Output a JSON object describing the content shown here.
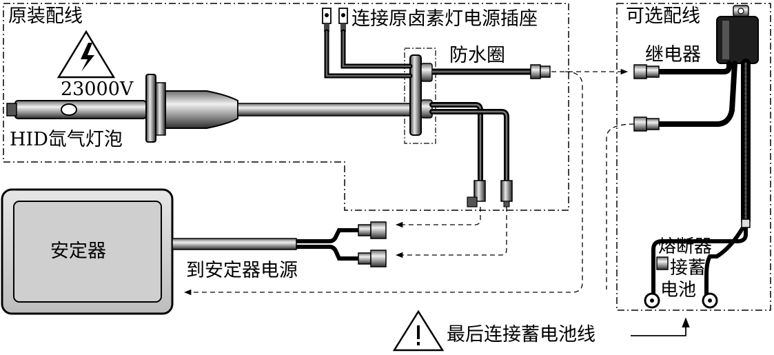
{
  "labels": {
    "original_wiring": "原装配线",
    "optional_wiring": "可选配线",
    "connect_halogen_socket": "连接原卤素灯电源插座",
    "waterproof_ring": "防水圈",
    "voltage": "23000V",
    "hid_bulb": "HID氙气灯泡",
    "relay": "继电器",
    "ballast": "安定器",
    "to_ballast_power": "到安定器电源",
    "fuse": "熔断器",
    "connect_battery_line1": "接蓄",
    "connect_battery_line2": "电池",
    "finally_connect_battery": "最后连接蓄电池线"
  },
  "icons": {
    "high_voltage": "high-voltage-warning-icon",
    "caution": "caution-warning-icon"
  },
  "colors": {
    "ink": "#000000",
    "ballast_fill": "#d9d9d9",
    "ballast_inner": "#c8c8c8",
    "metal_dark": "#3a3a3a",
    "metal_light": "#cfcfcf"
  }
}
